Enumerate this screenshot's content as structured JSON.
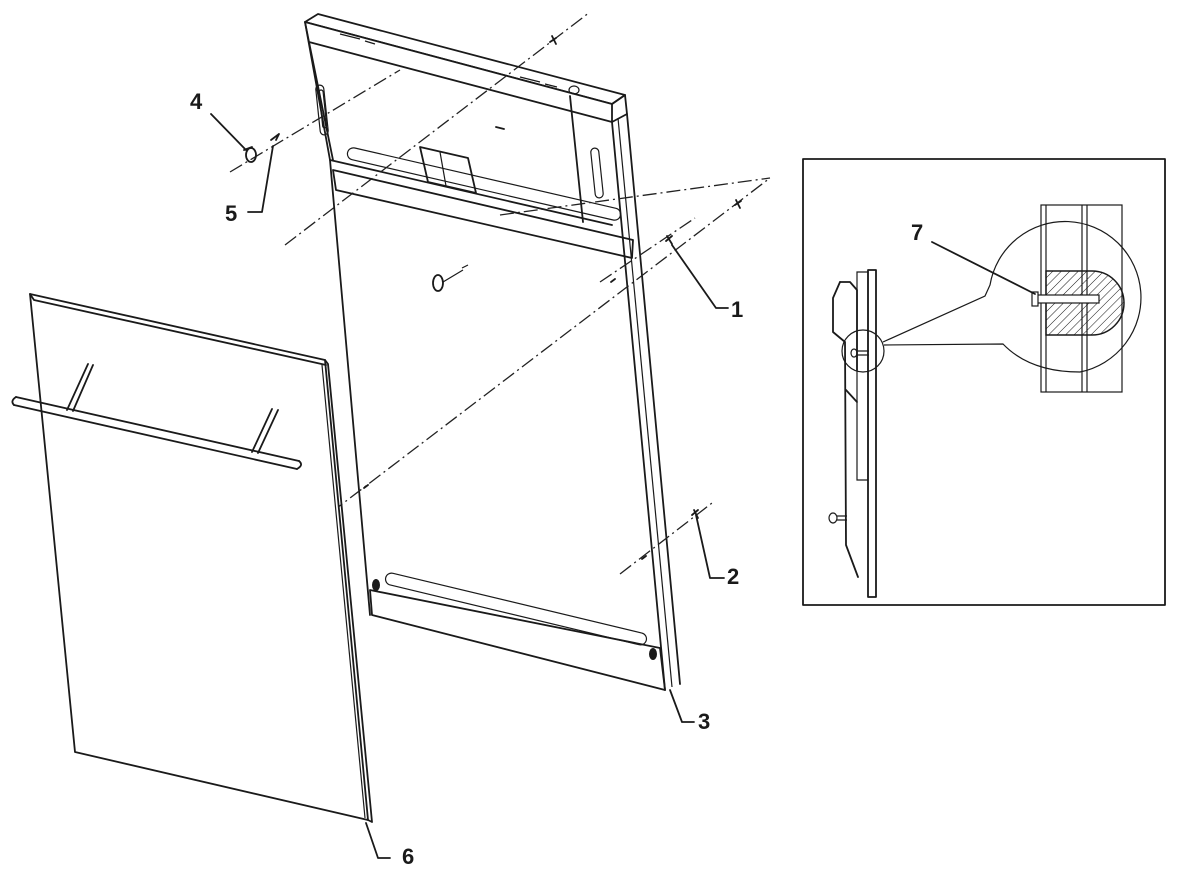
{
  "diagram": {
    "title": "Integrated dishwasher decorative door panel mounting (exploded view)",
    "callouts": [
      {
        "id": "1",
        "text": "1"
      },
      {
        "id": "2",
        "text": "2"
      },
      {
        "id": "3",
        "text": "3"
      },
      {
        "id": "4",
        "text": "4"
      },
      {
        "id": "5",
        "text": "5"
      },
      {
        "id": "6",
        "text": "6"
      },
      {
        "id": "7",
        "text": "7"
      }
    ],
    "parts": {
      "appliance_door": "Inner appliance door with top control strip and upper/lower slotted brackets",
      "decor_panel": "Furniture front panel with handle",
      "detail_inset": "Side section detail showing fixing pin (7) with magnified circle"
    },
    "colors": {
      "line": "#1a1a1a",
      "background": "#ffffff"
    }
  }
}
